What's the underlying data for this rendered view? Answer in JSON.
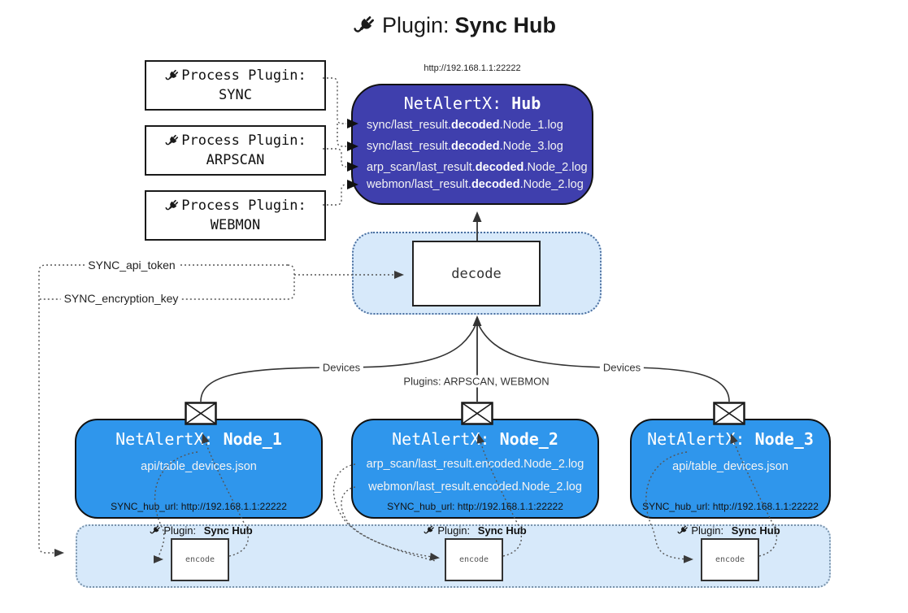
{
  "title": {
    "label": "Plugin:",
    "name": "Sync Hub"
  },
  "process_plugins": {
    "label": "Process Plugin:",
    "items": [
      "SYNC",
      "ARPSCAN",
      "WEBMON"
    ]
  },
  "hub": {
    "url": "http://192.168.1.1:22222",
    "app": "NetAlertX:",
    "name": "Hub",
    "files": [
      {
        "pre": "sync/last_result.",
        "bold": "decoded",
        "post": ".Node_1.log"
      },
      {
        "pre": "sync/last_result.",
        "bold": "decoded",
        "post": ".Node_3.log"
      },
      {
        "pre": "arp_scan/last_result.",
        "bold": "decoded",
        "post": ".Node_2.log"
      },
      {
        "pre": "webmon/last_result.",
        "bold": "decoded",
        "post": ".Node_2.log"
      }
    ]
  },
  "decode": {
    "label": "decode"
  },
  "config": {
    "api_token": "SYNC_api_token",
    "encryption_key": "SYNC_encryption_key"
  },
  "edge_labels": {
    "devices_left": "Devices",
    "plugins": "Plugins: ARPSCAN, WEBMON",
    "devices_right": "Devices"
  },
  "nodes": [
    {
      "app": "NetAlertX:",
      "name": "Node_1",
      "files": [
        "api/table_devices.json"
      ],
      "hub_url": "SYNC_hub_url: http://192.168.1.1:22222"
    },
    {
      "app": "NetAlertX:",
      "name": "Node_2",
      "files": [
        "arp_scan/last_result.encoded.Node_2.log",
        "webmon/last_result.encoded.Node_2.log"
      ],
      "hub_url": "SYNC_hub_url: http://192.168.1.1:22222"
    },
    {
      "app": "NetAlertX:",
      "name": "Node_3",
      "files": [
        "api/table_devices.json"
      ],
      "hub_url": "SYNC_hub_url: http://192.168.1.1:22222"
    }
  ],
  "sync_plugin": {
    "label": "Plugin:",
    "name": "Sync Hub",
    "encode": "encode"
  },
  "colors": {
    "hub_fill": "#3f3fad",
    "node_fill": "#2f96ec",
    "band_fill": "#d7e9fa",
    "solid_line": "#333333",
    "dotted_line": "#555555"
  }
}
